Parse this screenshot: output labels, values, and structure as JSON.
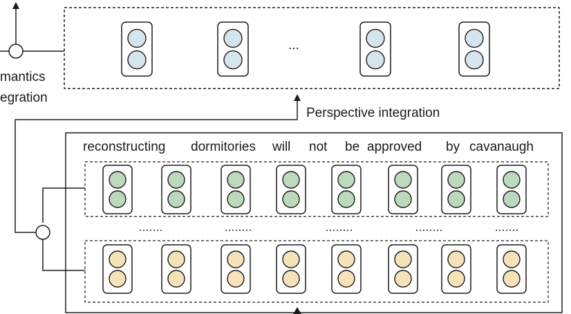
{
  "labels": {
    "semantics_line1": "mantics",
    "semantics_line2": "egration",
    "perspective_integration": "Perspective integration",
    "top_ellipsis": "...",
    "bottom_ellipsis": "......"
  },
  "sentence_words": [
    "reconstructing",
    "dormitories",
    "will",
    "not",
    "be",
    "approved",
    "by",
    "cavanaugh"
  ],
  "colors": {
    "top_vector_fill": "#d6e4ee",
    "green_vector_fill": "#bcd9be",
    "yellow_vector_fill": "#f5e2b8",
    "stroke": "#1a1a1a"
  }
}
